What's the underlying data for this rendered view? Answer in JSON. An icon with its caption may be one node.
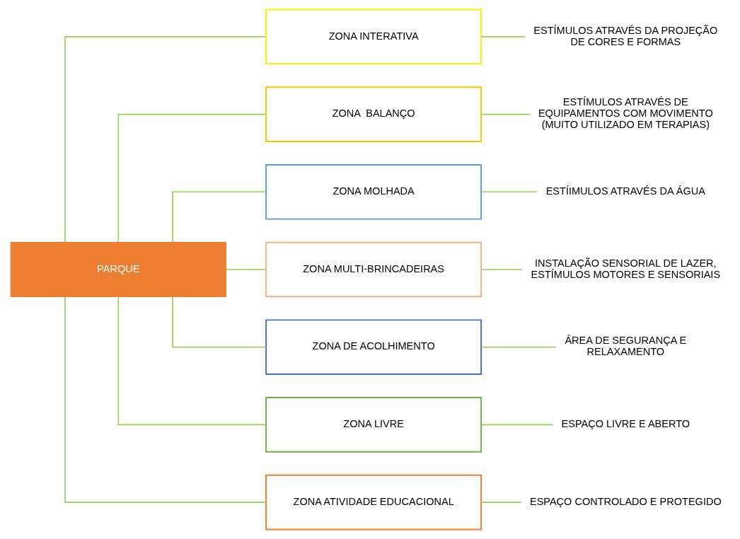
{
  "diagram": {
    "nodes": [
      {
        "text": [
          "PARQUE"
        ]
      },
      {
        "text": [
          "ZONA INTERATIVA"
        ]
      },
      {
        "text": [
          "ZONA  BALANÇO"
        ]
      },
      {
        "text": [
          "ZONA MOLHADA"
        ]
      },
      {
        "text": [
          "ZONA MULTI-BRINCADEIRAS"
        ]
      },
      {
        "text": [
          "ZONA DE ACOLHIMENTO"
        ]
      },
      {
        "text": [
          "ZONA LIVRE"
        ]
      },
      {
        "text": [
          "ZONA ATIVIDADE EDUCACIONAL"
        ]
      },
      {
        "text": [
          "ESTÍMULOS ATRAVÉS DA PROJEÇÃO DE CORES E FORMAS"
        ]
      },
      {
        "text": [
          "ESTÍMULOS ATRAVÉS DE EQUIPAMENTOS COM MOVIMENTO (MUITO UTILIZADO EM TERAPIAS)"
        ]
      },
      {
        "text": [
          "ESTÍIMULOS ATRAVÉS DA ÁGUA"
        ]
      },
      {
        "text": [
          "INSTALAÇÃO SENSORIAL DE LAZER, ESTÍMULOS MOTORES E SENSORIAIS"
        ]
      },
      {
        "text": [
          "ÁREA DE SEGURANÇA E RELAXAMENTO"
        ]
      },
      {
        "text": [
          "ESPAÇO LIVRE E ABERTO"
        ]
      },
      {
        "text": [
          "ESPAÇO CONTROLADO E PROTEGIDO"
        ]
      }
    ],
    "edges": [
      {
        "from": 0,
        "to": 1,
        "arrow": "none"
      },
      {
        "from": 0,
        "to": 2,
        "arrow": "none"
      },
      {
        "from": 0,
        "to": 3,
        "arrow": "none"
      },
      {
        "from": 0,
        "to": 4,
        "arrow": "none"
      },
      {
        "from": 0,
        "to": 5,
        "arrow": "none"
      },
      {
        "from": 0,
        "to": 6,
        "arrow": "none"
      },
      {
        "from": 0,
        "to": 7,
        "arrow": "none"
      },
      {
        "from": 1,
        "to": 8,
        "arrow": "none"
      },
      {
        "from": 2,
        "to": 9,
        "arrow": "none"
      },
      {
        "from": 3,
        "to": 10,
        "arrow": "none"
      },
      {
        "from": 4,
        "to": 11,
        "arrow": "none"
      },
      {
        "from": 5,
        "to": 12,
        "arrow": "none"
      },
      {
        "from": 6,
        "to": 13,
        "arrow": "none"
      },
      {
        "from": 7,
        "to": 14,
        "arrow": "none"
      }
    ]
  }
}
